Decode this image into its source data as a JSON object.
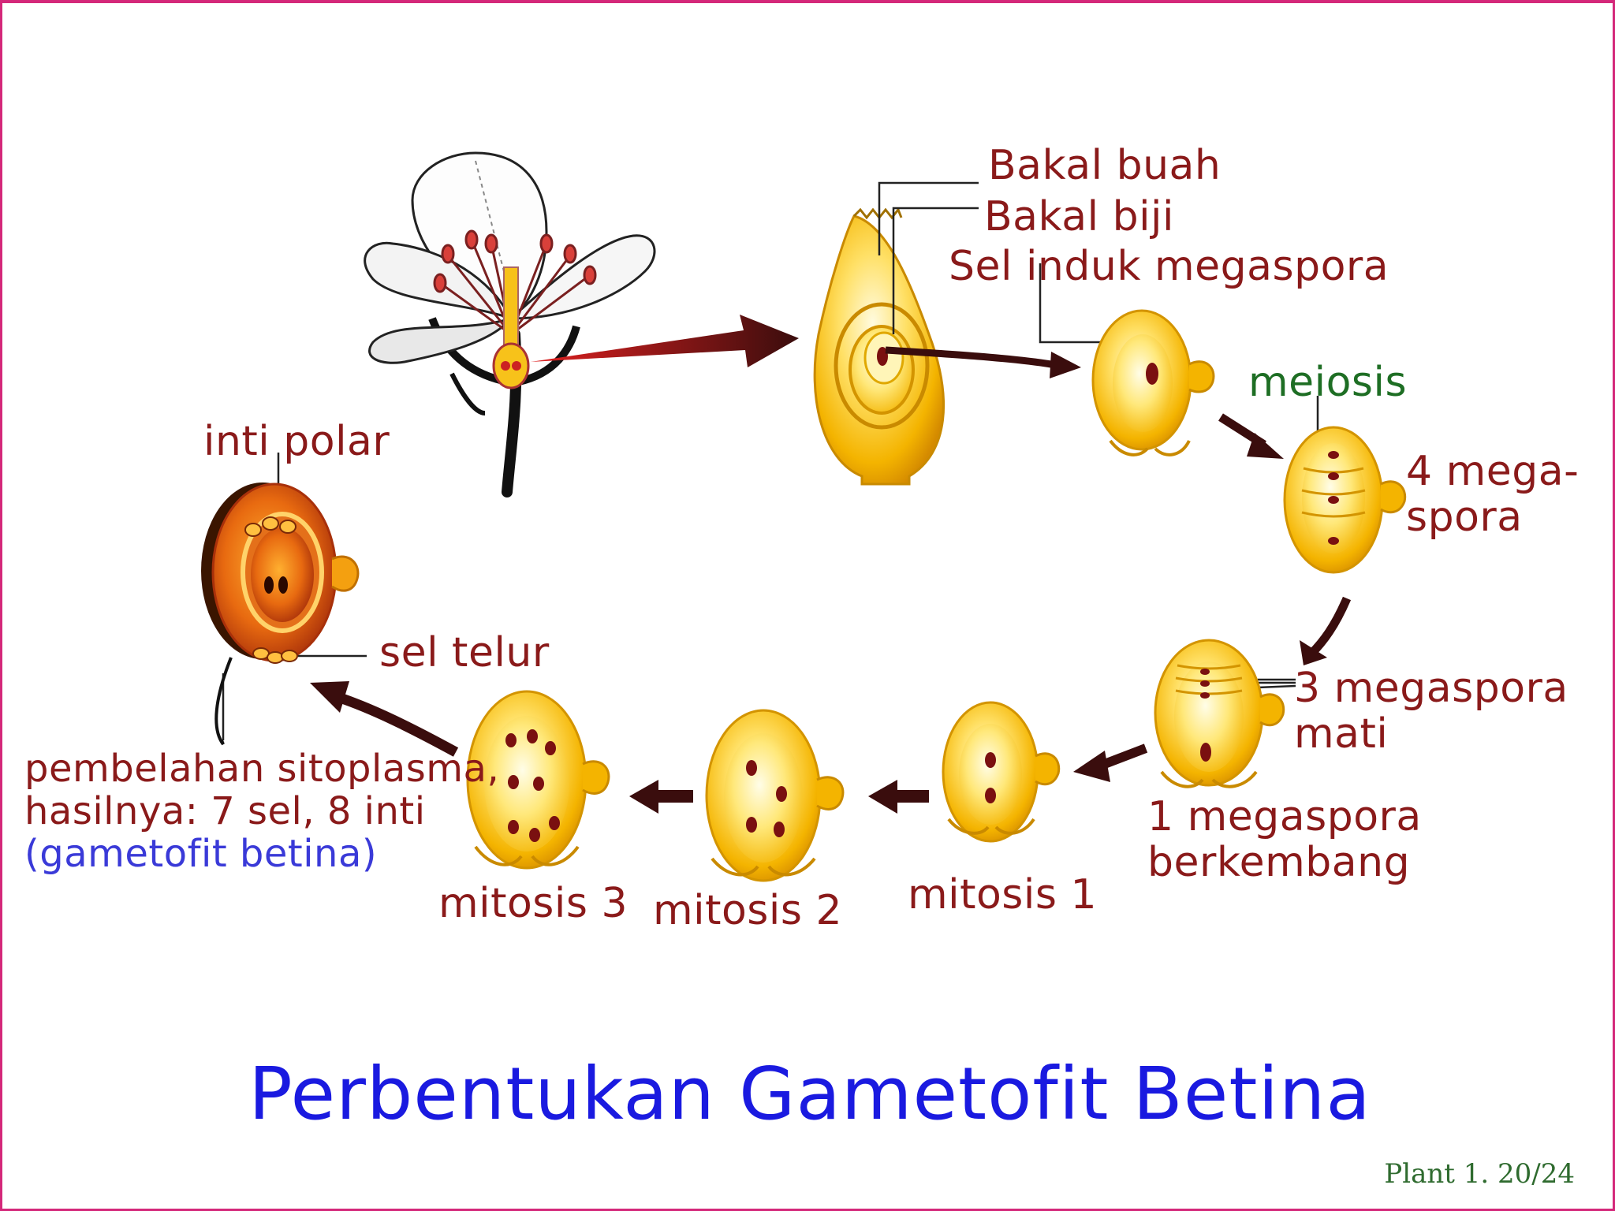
{
  "title": "Perbentukan Gametofit Betina",
  "footer": "Plant 1. 20/24",
  "labels": {
    "bakal_buah": "Bakal buah",
    "bakal_biji": "Bakal biji",
    "sel_induk": "Sel induk megaspora",
    "meiosis": "meiosis",
    "empat_mega_1": "4 mega-",
    "empat_mega_2": "spora",
    "tiga_mati_1": "3 megaspora",
    "tiga_mati_2": "mati",
    "satu_berkembang_1": "1 megaspora",
    "satu_berkembang_2": "berkembang",
    "mitosis1": "mitosis 1",
    "mitosis2": "mitosis 2",
    "mitosis3": "mitosis 3",
    "inti_polar": "inti polar",
    "sel_telur": "sel telur",
    "pembelahan_1": "pembelahan sitoplasma,",
    "pembelahan_2": "hasilnya: 7 sel, 8 inti",
    "pembelahan_3": "(gametofit betina)"
  },
  "colors": {
    "label": "#8a1a1a",
    "meiosis": "#1e6e24",
    "note": "#3a3ad8",
    "title": "#1a1ae0",
    "footer": "#2f6b2f",
    "border": "#d4287a",
    "ovule": "#f7c21a",
    "arrow": "#3a0d0d"
  }
}
